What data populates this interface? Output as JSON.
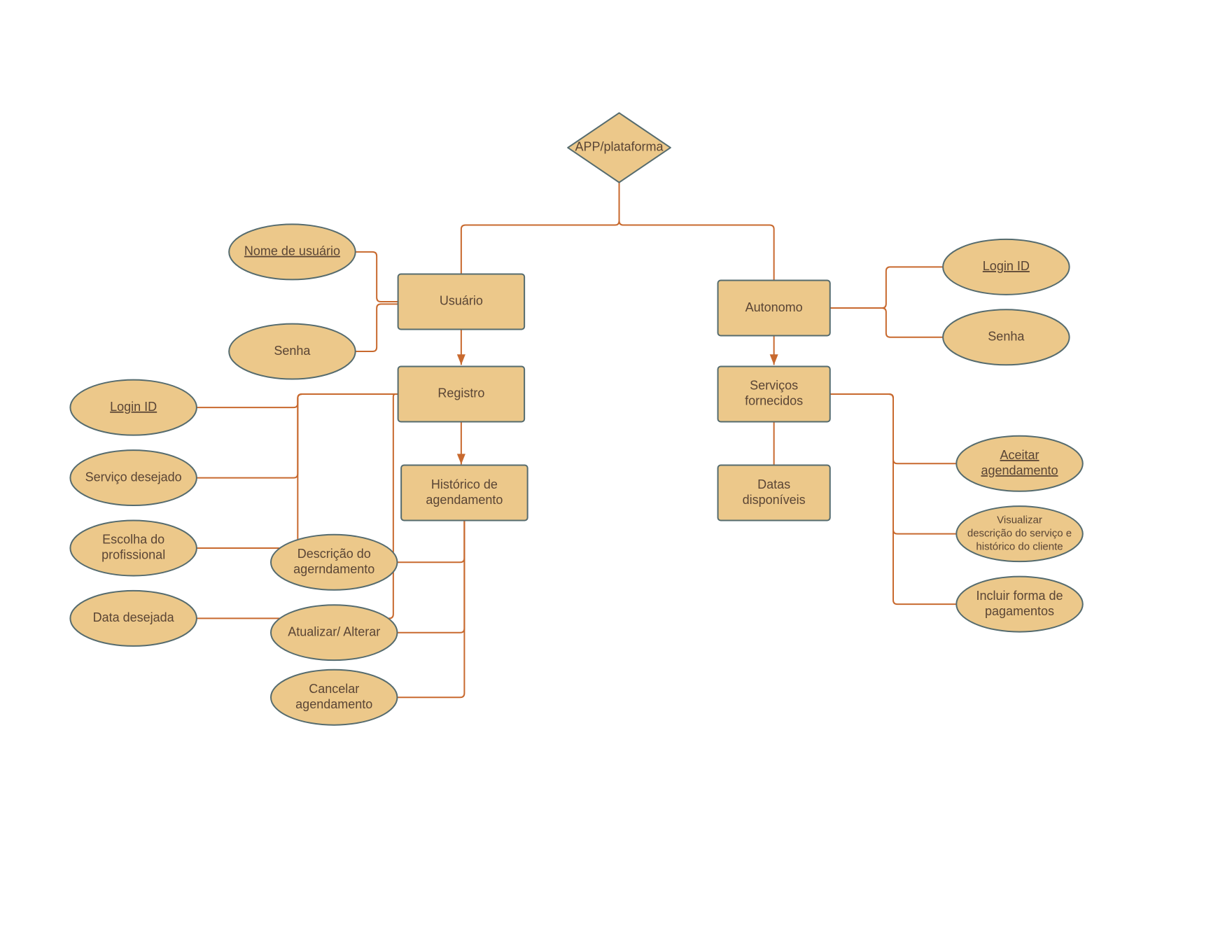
{
  "colors": {
    "fill": "#ecc88a",
    "stroke": "#556b6e",
    "connector": "#c8692e",
    "text": "#5a4535"
  },
  "nodes": {
    "app": {
      "shape": "diamond",
      "lines": [
        "APP/plataforma"
      ]
    },
    "usuario": {
      "shape": "rect",
      "lines": [
        "Usuário"
      ]
    },
    "autonomo": {
      "shape": "rect",
      "lines": [
        "Autonomo"
      ]
    },
    "registro": {
      "shape": "rect",
      "lines": [
        "Registro"
      ]
    },
    "historico": {
      "shape": "rect",
      "lines": [
        "Histórico de",
        "agendamento"
      ]
    },
    "servicos": {
      "shape": "rect",
      "lines": [
        "Serviços",
        "fornecidos"
      ]
    },
    "datas": {
      "shape": "rect",
      "lines": [
        "Datas",
        "disponíveis"
      ]
    },
    "nome_usuario": {
      "shape": "ellipse",
      "lines": [
        "Nome de usuário"
      ],
      "underline": true
    },
    "senha_usuario": {
      "shape": "ellipse",
      "lines": [
        "Senha"
      ]
    },
    "login_auto": {
      "shape": "ellipse",
      "lines": [
        "Login ID"
      ],
      "underline": true
    },
    "senha_auto": {
      "shape": "ellipse",
      "lines": [
        "Senha"
      ]
    },
    "login_reg": {
      "shape": "ellipse",
      "lines": [
        "Login ID"
      ],
      "underline": true
    },
    "servico_desejado": {
      "shape": "ellipse",
      "lines": [
        "Serviço desejado"
      ]
    },
    "escolha_prof": {
      "shape": "ellipse",
      "lines": [
        "Escolha do",
        "profissional"
      ]
    },
    "data_desejada": {
      "shape": "ellipse",
      "lines": [
        "Data desejada"
      ]
    },
    "descricao_ag": {
      "shape": "ellipse",
      "lines": [
        "Descrição do",
        "agerndamento"
      ]
    },
    "atualizar": {
      "shape": "ellipse",
      "lines": [
        "Atualizar/ Alterar"
      ]
    },
    "cancelar": {
      "shape": "ellipse",
      "lines": [
        "Cancelar",
        "agendamento"
      ]
    },
    "aceitar": {
      "shape": "ellipse",
      "lines": [
        "Aceitar",
        "agendamento"
      ],
      "underline": true
    },
    "visualizar": {
      "shape": "ellipse",
      "lines": [
        "Visualizar",
        "descrição do serviço e",
        "histórico do cliente"
      ],
      "small": true
    },
    "incluir": {
      "shape": "ellipse",
      "lines": [
        "Incluir forma de",
        "pagamentos"
      ]
    }
  },
  "edges": [
    {
      "from": "app",
      "to": "usuario"
    },
    {
      "from": "app",
      "to": "autonomo"
    },
    {
      "from": "usuario",
      "to": "registro",
      "arrow": true
    },
    {
      "from": "registro",
      "to": "historico",
      "arrow": true
    },
    {
      "from": "autonomo",
      "to": "servicos",
      "arrow": true
    },
    {
      "from": "servicos",
      "to": "datas"
    },
    {
      "from": "usuario",
      "to": "nome_usuario"
    },
    {
      "from": "usuario",
      "to": "senha_usuario"
    },
    {
      "from": "autonomo",
      "to": "login_auto"
    },
    {
      "from": "autonomo",
      "to": "senha_auto"
    },
    {
      "from": "registro",
      "to": "login_reg"
    },
    {
      "from": "registro",
      "to": "servico_desejado"
    },
    {
      "from": "registro",
      "to": "escolha_prof"
    },
    {
      "from": "registro",
      "to": "data_desejada"
    },
    {
      "from": "historico",
      "to": "descricao_ag"
    },
    {
      "from": "historico",
      "to": "atualizar"
    },
    {
      "from": "historico",
      "to": "cancelar"
    },
    {
      "from": "servicos",
      "to": "aceitar"
    },
    {
      "from": "servicos",
      "to": "visualizar"
    },
    {
      "from": "servicos",
      "to": "incluir"
    }
  ]
}
